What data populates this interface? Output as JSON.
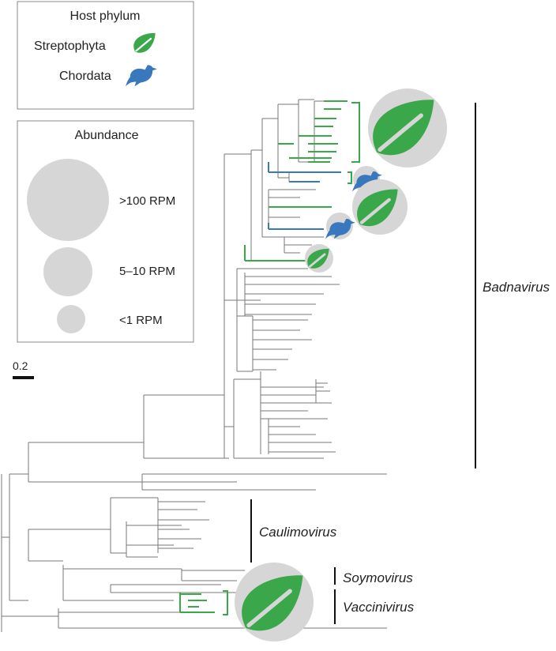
{
  "legend_host": {
    "title": "Host phylum",
    "items": [
      {
        "label": "Streptophyta",
        "icon": "leaf-icon",
        "color": "#3aa84a"
      },
      {
        "label": "Chordata",
        "icon": "bird-icon",
        "color": "#3a78bd"
      }
    ]
  },
  "legend_abundance": {
    "title": "Abundance",
    "items": [
      {
        "label": ">100 RPM"
      },
      {
        "label": "5–10 RPM"
      },
      {
        "label": "<1 RPM"
      }
    ]
  },
  "scale_bar": {
    "label": "0.2"
  },
  "clades": [
    {
      "name": "Badnavirus"
    },
    {
      "name": "Caulimovirus"
    },
    {
      "name": "Soymovirus"
    },
    {
      "name": "Vaccinivirus"
    }
  ],
  "colors": {
    "plant": "#3aa84a",
    "animal": "#3a78bd",
    "bubble": "#d6d6d6",
    "branch": "#777777"
  }
}
